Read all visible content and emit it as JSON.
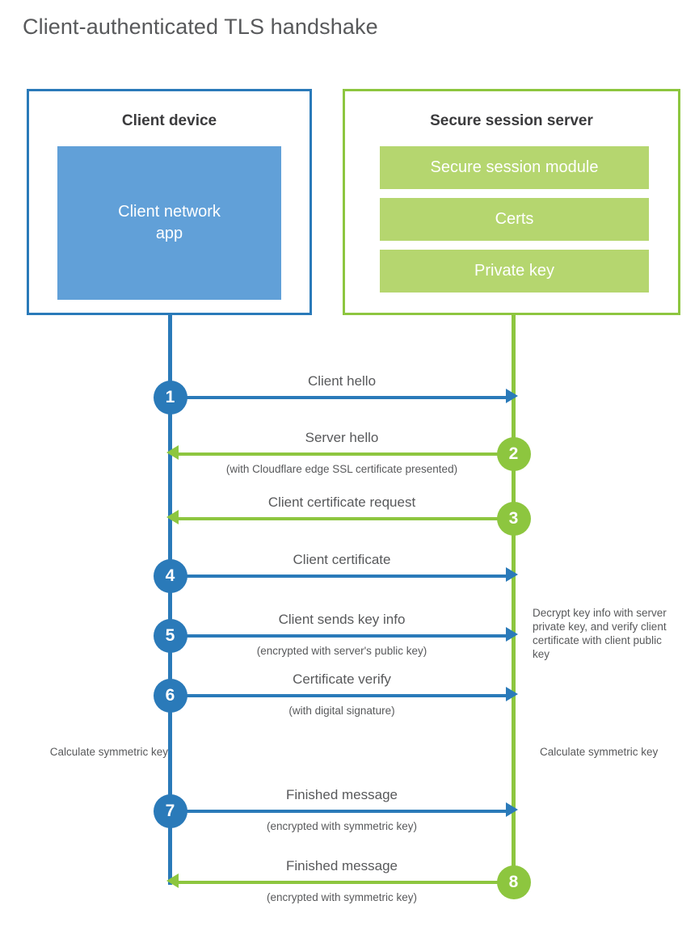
{
  "title": "Client-authenticated TLS handshake",
  "colors": {
    "blue": "#2a7ab9",
    "blue_fill": "#61a0d8",
    "green": "#8dc63f",
    "green_fill": "#b5d66f",
    "text": "#58595b"
  },
  "parties": {
    "client": {
      "title": "Client device",
      "app_label": "Client network\napp"
    },
    "server": {
      "title": "Secure session server",
      "items": [
        {
          "label": "Secure session module"
        },
        {
          "label": "Certs"
        },
        {
          "label": "Private key"
        }
      ]
    }
  },
  "steps": [
    {
      "number": "1",
      "label": "Client hello",
      "sub": "",
      "direction": "right",
      "color": "blue"
    },
    {
      "number": "2",
      "label": "Server hello",
      "sub": "(with Cloudflare edge SSL certificate presented)",
      "direction": "left",
      "color": "green"
    },
    {
      "number": "3",
      "label": "Client certificate request",
      "sub": "",
      "direction": "left",
      "color": "green"
    },
    {
      "number": "4",
      "label": "Client certificate",
      "sub": "",
      "direction": "right",
      "color": "blue"
    },
    {
      "number": "5",
      "label": "Client sends key info",
      "sub": "(encrypted with server's public key)",
      "direction": "right",
      "color": "blue"
    },
    {
      "number": "6",
      "label": "Certificate verify",
      "sub": "(with digital signature)",
      "direction": "right",
      "color": "blue"
    },
    {
      "number": "7",
      "label": "Finished message",
      "sub": "(encrypted with symmetric key)",
      "direction": "right",
      "color": "blue"
    },
    {
      "number": "8",
      "label": "Finished message",
      "sub": "(encrypted with symmetric key)",
      "direction": "left",
      "color": "green"
    }
  ],
  "notes": {
    "decrypt": "Decrypt key info with server private key, and verify client certificate with client public key",
    "calculate_client": "Calculate symmetric key",
    "calculate_server": "Calculate symmetric key"
  }
}
